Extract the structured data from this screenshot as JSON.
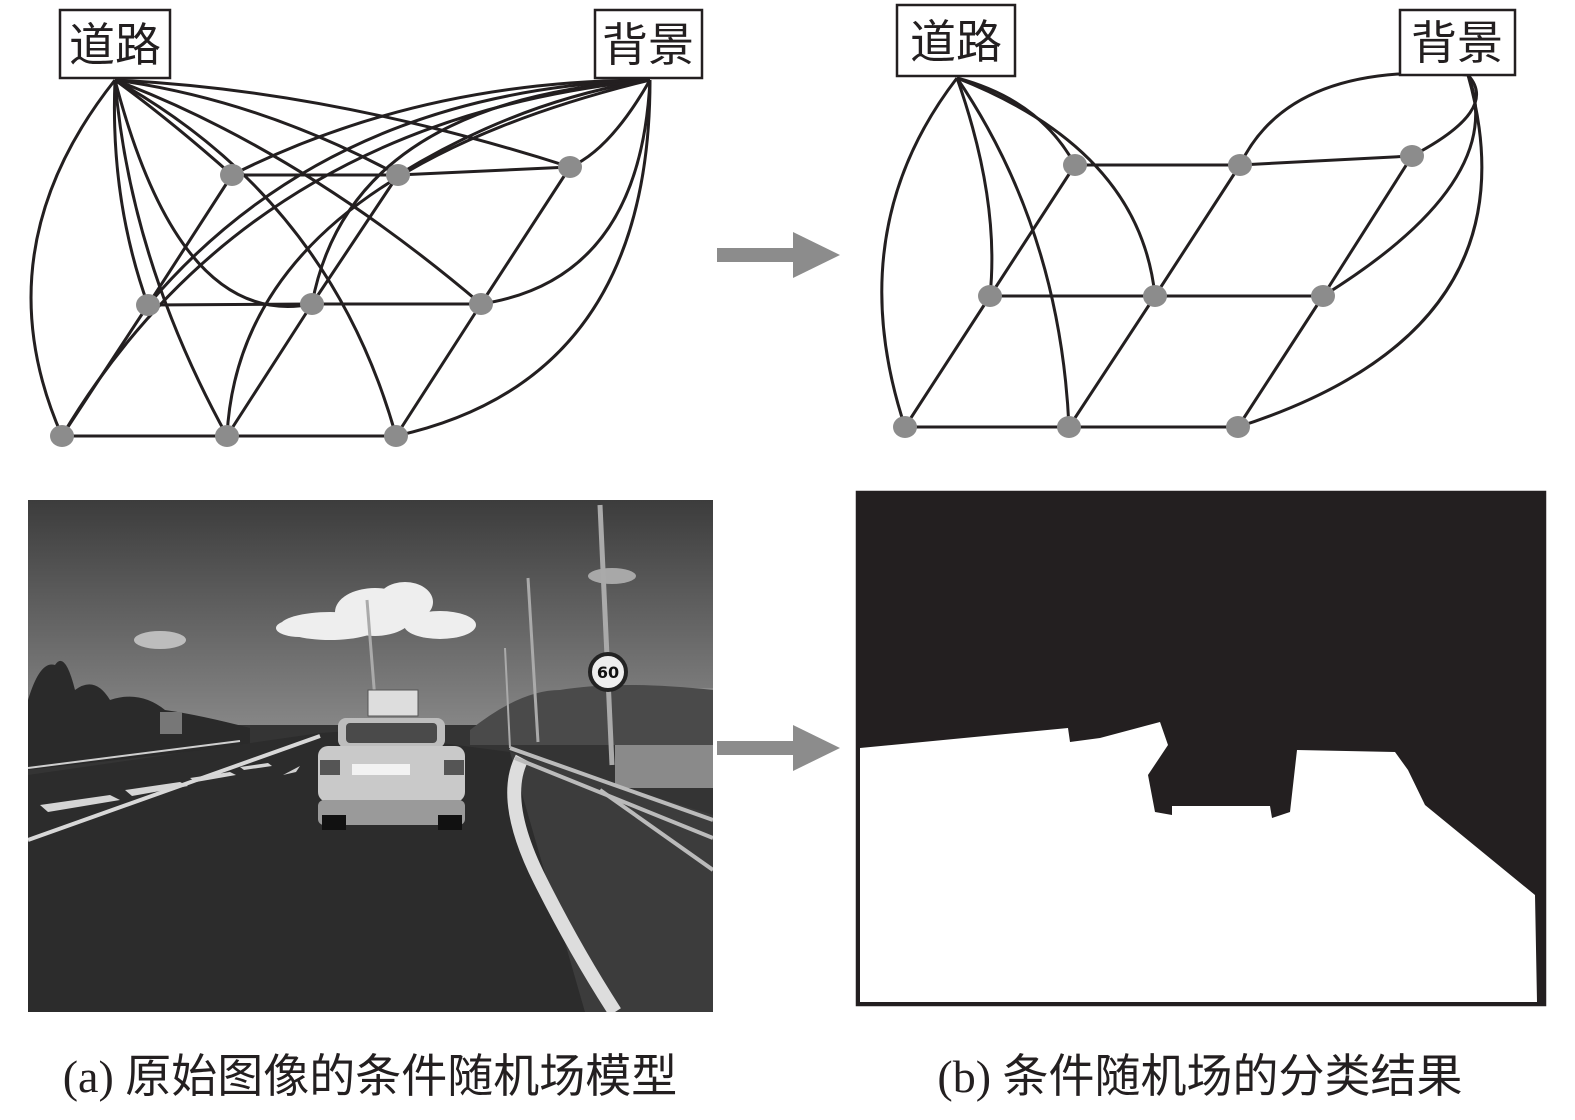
{
  "panel_a": {
    "road_label": "道路",
    "background_label": "背景",
    "caption": "(a) 原始图像的条件随机场模型"
  },
  "panel_b": {
    "road_label": "道路",
    "background_label": "背景",
    "caption": "(b) 条件随机场的分类结果"
  },
  "photo": {
    "speed_sign": "60"
  },
  "colors": {
    "edge": "#231f20",
    "node": "#8c8c8c",
    "arrow": "#8c8c8c",
    "mask_dark": "#231f20",
    "mask_light": "#ffffff"
  }
}
